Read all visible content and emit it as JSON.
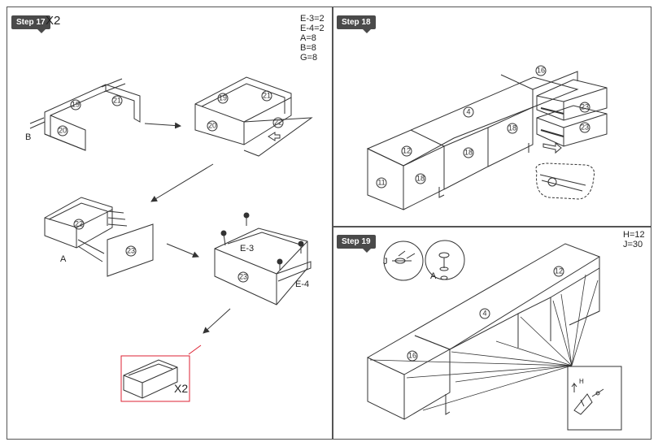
{
  "steps": {
    "s17": {
      "label": "Step 17",
      "multiplier": "X2",
      "parts": [
        "E-3=2",
        "E-4=2",
        "A=8",
        "B=8",
        "G=8"
      ],
      "labels": {
        "b": "B",
        "a": "A",
        "e3": "E-3",
        "e4": "E-4",
        "x2": "X2"
      },
      "numbers": [
        "19",
        "21",
        "20",
        "22",
        "23"
      ]
    },
    "s18": {
      "label": "Step 18",
      "numbers": [
        "16",
        "4",
        "23",
        "18",
        "12",
        "11"
      ]
    },
    "s19": {
      "label": "Step 19",
      "parts": [
        "H=12",
        "J=30"
      ],
      "labels": {
        "j": "J",
        "a": "A",
        "h": "H"
      },
      "numbers": [
        "12",
        "4",
        "16"
      ]
    }
  }
}
